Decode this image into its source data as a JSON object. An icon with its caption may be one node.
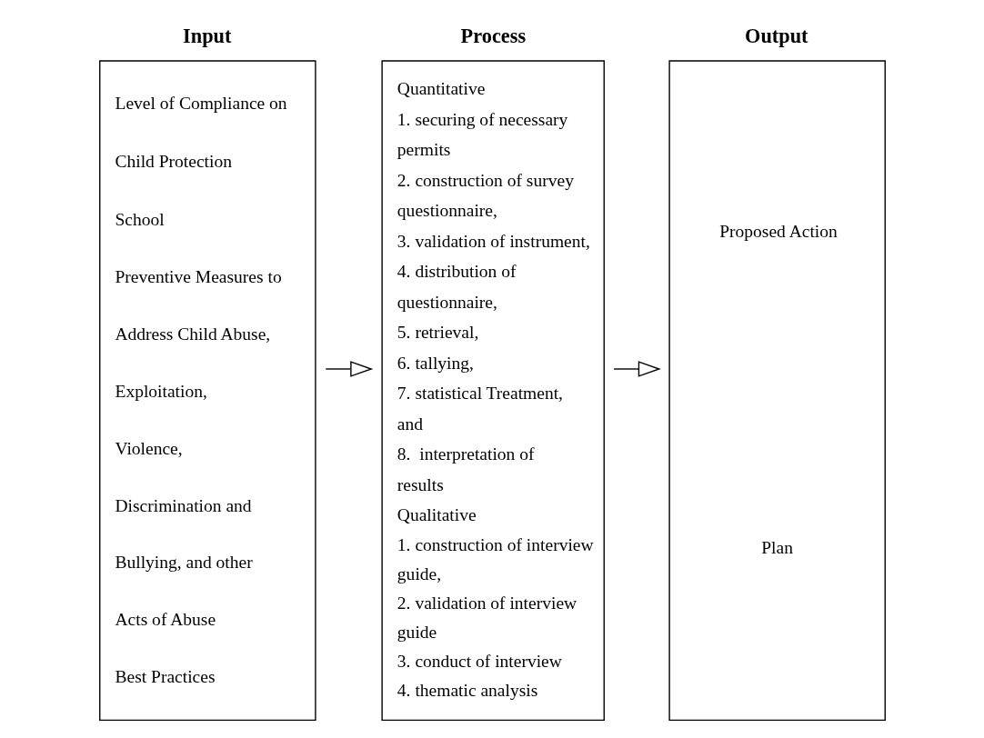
{
  "diagram": {
    "nodes": [
      {
        "text": [
          "Input",
          "Level of Compliance on Child Protection School",
          "Preventive Measures to Address Child Abuse, Exploitation, Violence, Discrimination and Bullying, and other Acts of Abuse",
          "Best Practices"
        ]
      },
      {
        "text": [
          "Process",
          "Quantitative",
          "1. securing of necessary permits",
          "2. construction of survey questionnaire,",
          "3. validation of instrument,",
          "4. distribution of questionnaire,",
          "5. retrieval,",
          "6. tallying,",
          "7. statistical Treatment, and",
          "8.  interpretation of results",
          "Qualitative",
          "1. construction of interview guide,",
          "2. validation of interview guide",
          "3. conduct of interview",
          "4. thematic analysis"
        ]
      },
      {
        "text": [
          "Output",
          "Proposed Action Plan"
        ]
      }
    ],
    "edges": [
      {
        "from": 0,
        "to": 1,
        "arrow": "to"
      },
      {
        "from": 1,
        "to": 2,
        "arrow": "to"
      }
    ]
  }
}
